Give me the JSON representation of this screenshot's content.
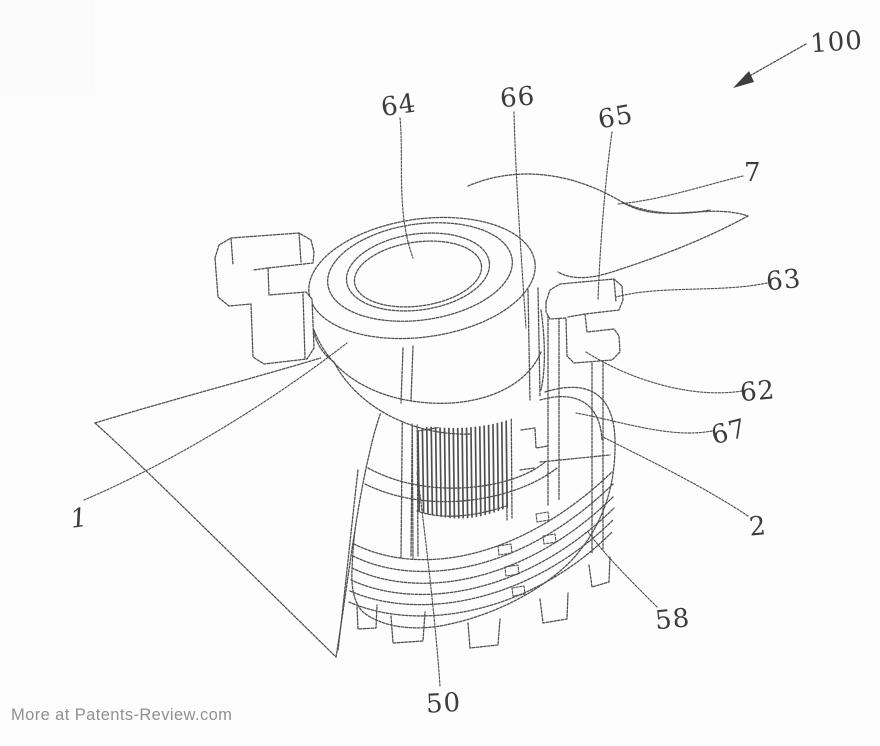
{
  "page": {
    "background": "#fdfdfd",
    "watermark": "More at Patents-Review.com"
  },
  "figure": {
    "kind": "patent-line-drawing",
    "line_color": "#424242",
    "label_color": "#3c3c3c",
    "watermark_color": "#909090",
    "reference_labels": [
      {
        "id": "100"
      },
      {
        "id": "64"
      },
      {
        "id": "66"
      },
      {
        "id": "65"
      },
      {
        "id": "7"
      },
      {
        "id": "63"
      },
      {
        "id": "62"
      },
      {
        "id": "67"
      },
      {
        "id": "2"
      },
      {
        "id": "58"
      },
      {
        "id": "50"
      },
      {
        "id": "1"
      }
    ]
  }
}
